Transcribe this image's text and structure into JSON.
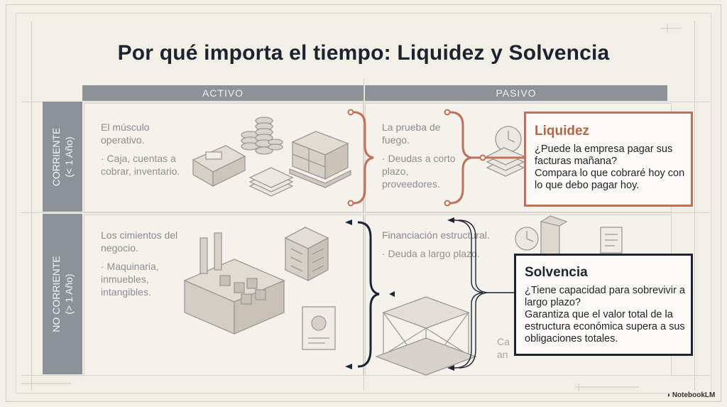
{
  "title": "Por qué importa el tiempo: Liquidez y Solvencia",
  "columns": {
    "activo": "ACTIVO",
    "pasivo": "PASIVO"
  },
  "rows": {
    "corriente": {
      "label": "CORRIENTE",
      "sub": "(< 1 Año)"
    },
    "no_corriente": {
      "label": "NO CORRIENTE",
      "sub": "(> 1 Año)"
    }
  },
  "cells": {
    "activo_corriente": {
      "heading": "El músculo operativo.",
      "items": "· Caja, cuentas a cobrar, inventario."
    },
    "pasivo_corriente": {
      "heading": "La prueba de fuego.",
      "items": "· Deudas a corto plazo, proveedores."
    },
    "activo_no_corriente": {
      "heading": "Los cimientos del negocio.",
      "items": "· Maquinaria, inmuebles, intangibles."
    },
    "pasivo_no_corriente": {
      "heading": "Financiación estructural.",
      "items": "· Deuda a largo plazo.",
      "partial": "Ca",
      "partial2": "an"
    }
  },
  "liquidez": {
    "title": "Liquidez",
    "question": "¿Puede la empresa pagar sus facturas mañana?",
    "body": "Compara lo que cobraré hoy con lo que debo pagar hoy."
  },
  "solvencia": {
    "title": "Solvencia",
    "question": "¿Tiene capacidad para sobrevivir a largo plazo?",
    "body": "Garantiza que el valor total de la estructura económica supera a sus obligaciones totales."
  },
  "brand": "NotebookLM",
  "colors": {
    "liquidez": "#c0715a",
    "solvencia": "#1c2533",
    "header": "#8d9198",
    "background": "#f2efe6"
  },
  "icons": [
    "cash-register-icon",
    "coin-stack-icon",
    "boxes-pallet-icon",
    "paper-stack-icon",
    "clock-icon",
    "factory-icon",
    "building-icon",
    "brain-document-icon",
    "steel-structure-icon",
    "bracket-icon"
  ]
}
